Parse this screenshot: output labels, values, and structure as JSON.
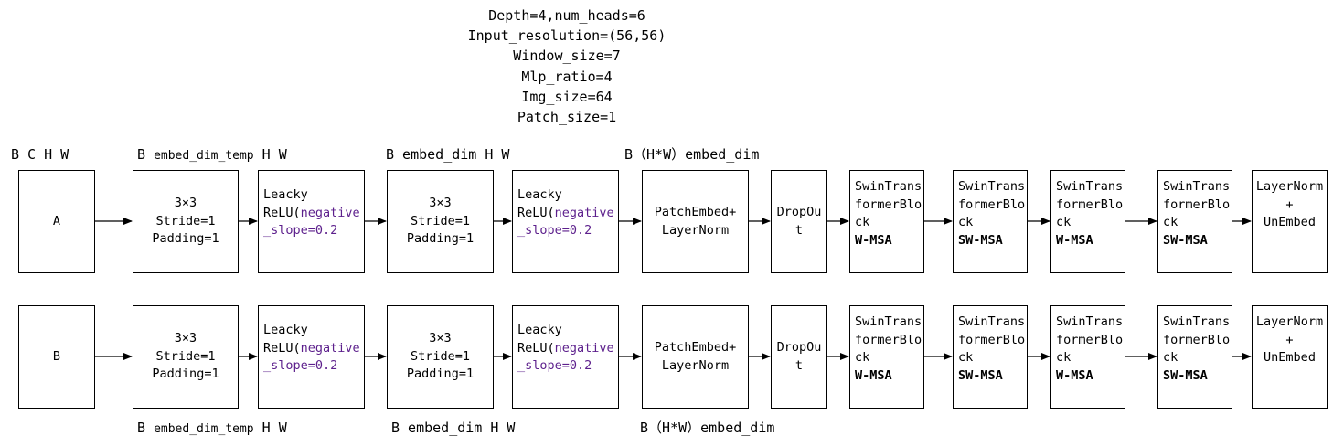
{
  "parameters": [
    "Depth=4,num_heads=6",
    "Input_resolution=(56,56)",
    "Window_size=7",
    "Mlp_ratio=4",
    "Img_size=64",
    "Patch_size=1"
  ],
  "top_dims": {
    "bchw": "B C H W",
    "embed_temp_b": "B ",
    "embed_temp_mid": "embed_dim_temp",
    "embed_temp_hw": " H W",
    "embed": "B embed_dim H W",
    "hw_embed": "B（H*W）embed_dim"
  },
  "bottom_dims": {
    "embed_temp_b": "B ",
    "embed_temp_mid": "embed_dim_temp",
    "embed_temp_hw": " H W",
    "embed": "B embed_dim H W",
    "hw_embed": "B（H*W）embed_dim"
  },
  "rows": [
    {
      "input": "A",
      "conv1": "3×3\nStride=1\nPadding=1",
      "relu1_a": "Leacky\nReLU(",
      "relu1_b": "negative\n_slope",
      "relu1_c": "=0.2",
      "conv2": "3×3\nStride=1\nPadding=1",
      "relu2_a": "Leacky\nReLU(",
      "relu2_b": "negative\n_slope",
      "relu2_c": "=0.2",
      "patch": "PatchEmbed+\nLayerNorm",
      "dropout": "DropOu\nt",
      "swin1": "SwinTrans\nformerBlo\nck",
      "swin1_type": "W-MSA",
      "swin2": "SwinTrans\nformerBlo\nck",
      "swin2_type": "SW-MSA",
      "swin3": "SwinTrans\nformerBlo\nck",
      "swin3_type": "W-MSA",
      "swin4": "SwinTrans\nformerBlo\nck",
      "swin4_type": "SW-MSA",
      "final": "LayerNorm\n+\nUnEmbed"
    },
    {
      "input": "B",
      "conv1": "3×3\nStride=1\nPadding=1",
      "relu1_a": "Leacky\nReLU(",
      "relu1_b": "negative\n_slope",
      "relu1_c": "=0.2",
      "conv2": "3×3\nStride=1\nPadding=1",
      "relu2_a": "Leacky\nReLU(",
      "relu2_b": "negative\n_slope",
      "relu2_c": "=0.2",
      "patch": "PatchEmbed+\nLayerNorm",
      "dropout": "DropOu\nt",
      "swin1": "SwinTrans\nformerBlo\nck",
      "swin1_type": "W-MSA",
      "swin2": "SwinTrans\nformerBlo\nck",
      "swin2_type": "SW-MSA",
      "swin3": "SwinTrans\nformerBlo\nck",
      "swin3_type": "W-MSA",
      "swin4": "SwinTrans\nformerBlo\nck",
      "swin4_type": "SW-MSA",
      "final": "LayerNorm\n+\nUnEmbed"
    }
  ]
}
